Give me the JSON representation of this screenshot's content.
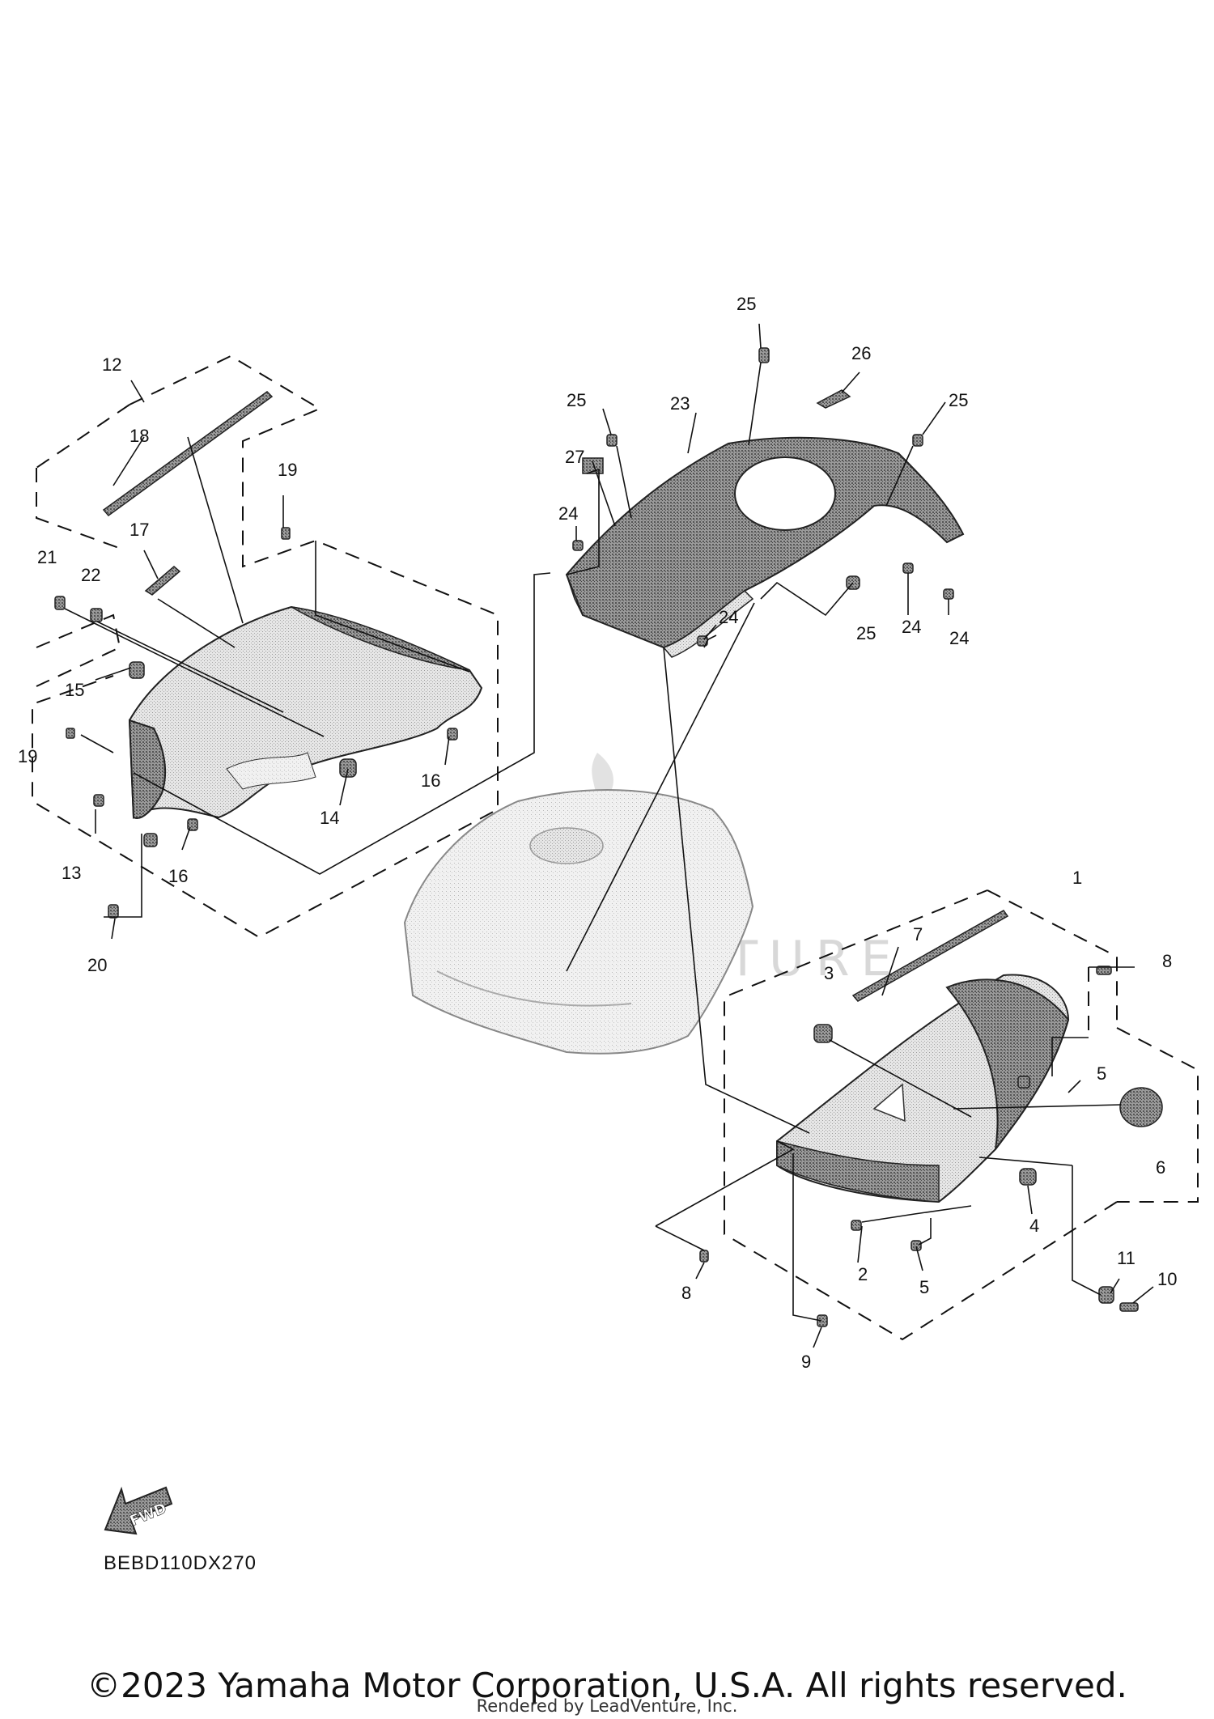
{
  "diagram": {
    "callouts": [
      {
        "id": "c-1",
        "text": "1"
      },
      {
        "id": "c-2",
        "text": "2"
      },
      {
        "id": "c-3",
        "text": "3"
      },
      {
        "id": "c-4",
        "text": "4"
      },
      {
        "id": "c-5a",
        "text": "5"
      },
      {
        "id": "c-5b",
        "text": "5"
      },
      {
        "id": "c-6",
        "text": "6"
      },
      {
        "id": "c-7",
        "text": "7"
      },
      {
        "id": "c-8a",
        "text": "8"
      },
      {
        "id": "c-8b",
        "text": "8"
      },
      {
        "id": "c-9",
        "text": "9"
      },
      {
        "id": "c-10",
        "text": "10"
      },
      {
        "id": "c-11",
        "text": "11"
      },
      {
        "id": "c-12",
        "text": "12"
      },
      {
        "id": "c-13",
        "text": "13"
      },
      {
        "id": "c-14",
        "text": "14"
      },
      {
        "id": "c-15",
        "text": "15"
      },
      {
        "id": "c-16a",
        "text": "16"
      },
      {
        "id": "c-16b",
        "text": "16"
      },
      {
        "id": "c-17",
        "text": "17"
      },
      {
        "id": "c-18",
        "text": "18"
      },
      {
        "id": "c-19a",
        "text": "19"
      },
      {
        "id": "c-19b",
        "text": "19"
      },
      {
        "id": "c-20",
        "text": "20"
      },
      {
        "id": "c-21",
        "text": "21"
      },
      {
        "id": "c-22",
        "text": "22"
      },
      {
        "id": "c-23",
        "text": "23"
      },
      {
        "id": "c-24a",
        "text": "24"
      },
      {
        "id": "c-24b",
        "text": "24"
      },
      {
        "id": "c-24c",
        "text": "24"
      },
      {
        "id": "c-24d",
        "text": "24"
      },
      {
        "id": "c-25a",
        "text": "25"
      },
      {
        "id": "c-25b",
        "text": "25"
      },
      {
        "id": "c-25c",
        "text": "25"
      },
      {
        "id": "c-25d",
        "text": "25"
      },
      {
        "id": "c-26",
        "text": "26"
      },
      {
        "id": "c-27",
        "text": "27"
      }
    ],
    "fwd_label": "FWD",
    "reference_code": "BEBD110DX270",
    "watermark": "LEADVENTURE"
  },
  "footer": {
    "copyright": "©2023 Yamaha Motor Corporation, U.S.A. All rights reserved.",
    "rendered_by": "Rendered by LeadVenture, Inc."
  }
}
